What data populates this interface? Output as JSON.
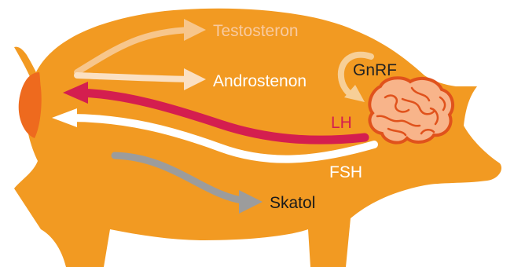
{
  "labels": {
    "testosteron": "Testosteron",
    "androstenon": "Androstenon",
    "gnrf": "GnRF",
    "lh": "LH",
    "fsh": "FSH",
    "skatol": "Skatol"
  },
  "colors": {
    "background": "#ffffff",
    "pig_body": "#f29a22",
    "testicle": "#ee6a1e",
    "testosteron_arrow": "#f7c68c",
    "testosteron_text": "#f8caa0",
    "androstenon_arrow": "#fbe0c2",
    "androstenon_text": "#ffffff",
    "lh_arrow": "#d41e4f",
    "lh_text": "#d41e4f",
    "fsh_arrow": "#ffffff",
    "fsh_text": "#ffffff",
    "skatol_arrow": "#9c9c9c",
    "skatol_text": "#1a1a1a",
    "gnrf_arrow": "#f7cf97",
    "gnrf_text": "#222222",
    "brain_fill": "#f8b48a",
    "brain_stroke": "#e0521c"
  },
  "icons": {
    "brain": "brain-icon",
    "pig": "pig-silhouette"
  }
}
